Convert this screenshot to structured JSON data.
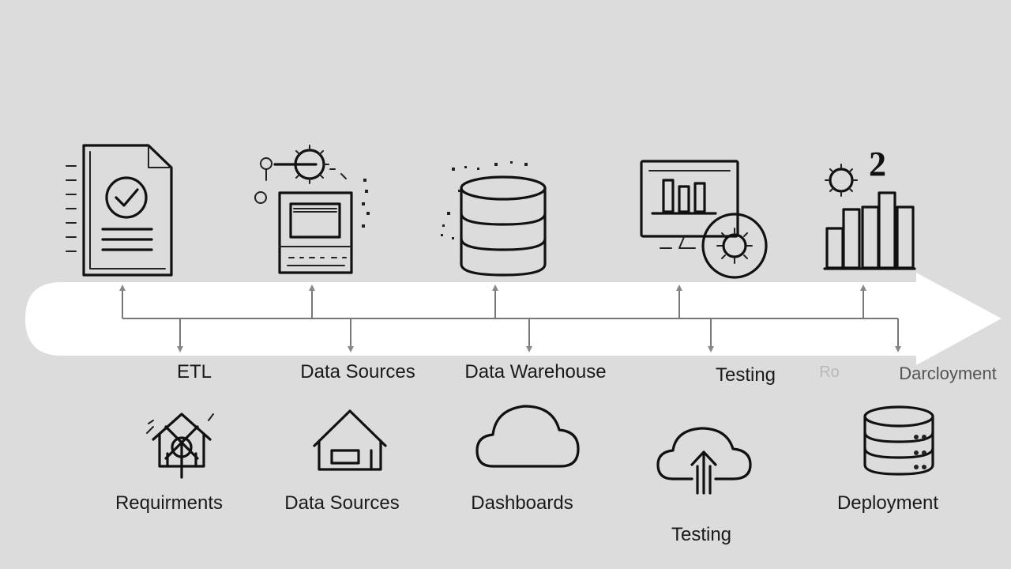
{
  "timeline_labels": {
    "etl": "ETL",
    "data_sources": "Data Sources",
    "data_warehouse": "Data Warehouse",
    "testing": "Testing",
    "faded_fragment": "Ro",
    "deployment": "Darcloyment"
  },
  "bottom_labels": {
    "requirements": "Requirments",
    "data_sources": "Data Sources",
    "dashboards": "Dashboards",
    "testing": "Testing",
    "deployment": "Deployment"
  },
  "icons": {
    "top": [
      "document-check-icon",
      "gear-screen-icon",
      "database-icon",
      "monitor-chart-gear-icon",
      "bar-chart-gear-icon"
    ],
    "bottom": [
      "house-tools-icon",
      "house-icon",
      "cloud-icon",
      "cloud-upload-icon",
      "database-icon"
    ],
    "badge_text": "2"
  },
  "colors": {
    "background": "#dcdcdc",
    "arrow": "#ffffff",
    "icon_stroke": "#111111",
    "connector": "#777777"
  }
}
